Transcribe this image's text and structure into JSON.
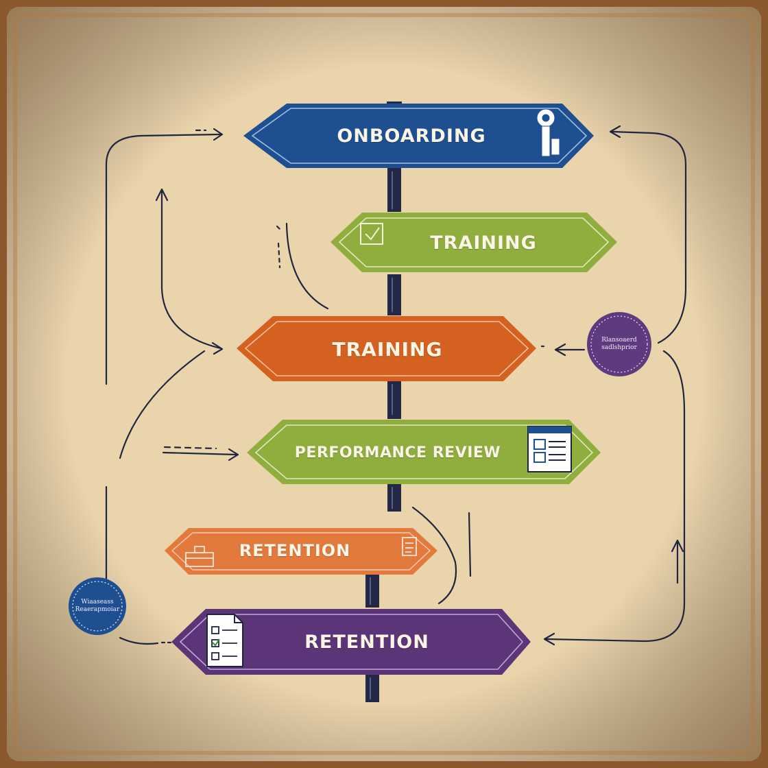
{
  "colors": {
    "paper": "#ead4ac",
    "ink": "#1f2540",
    "blue": "#1d4f91",
    "green": "#8fae3e",
    "orange": "#d4611f",
    "orange_light": "#e27a3e",
    "purple": "#5b3577",
    "badge_purple": "#5e3a7e",
    "badge_blue": "#1d4f91"
  },
  "signs": {
    "onboarding": {
      "label": "ONBOARDING",
      "icon": "key-icon"
    },
    "training_top": {
      "label": "TRAINING",
      "icon": "checkbox-icon"
    },
    "training_middle": {
      "label": "TRAINING"
    },
    "performance_review": {
      "label": "PERFORMANCE REVIEW",
      "icon": "document-window-icon"
    },
    "retention_small": {
      "label": "RETENTION",
      "icons": [
        "briefcase-icon",
        "clipboard-icon"
      ]
    },
    "retention_bottom": {
      "label": "RETENTION",
      "icon": "checklist-document-icon"
    }
  },
  "badges": {
    "right": {
      "line1": "Rlansoaerd",
      "line2": "sadlshprior"
    },
    "left": {
      "line1": "Wiaaseass",
      "line2": "Reaerapmoiar"
    }
  }
}
